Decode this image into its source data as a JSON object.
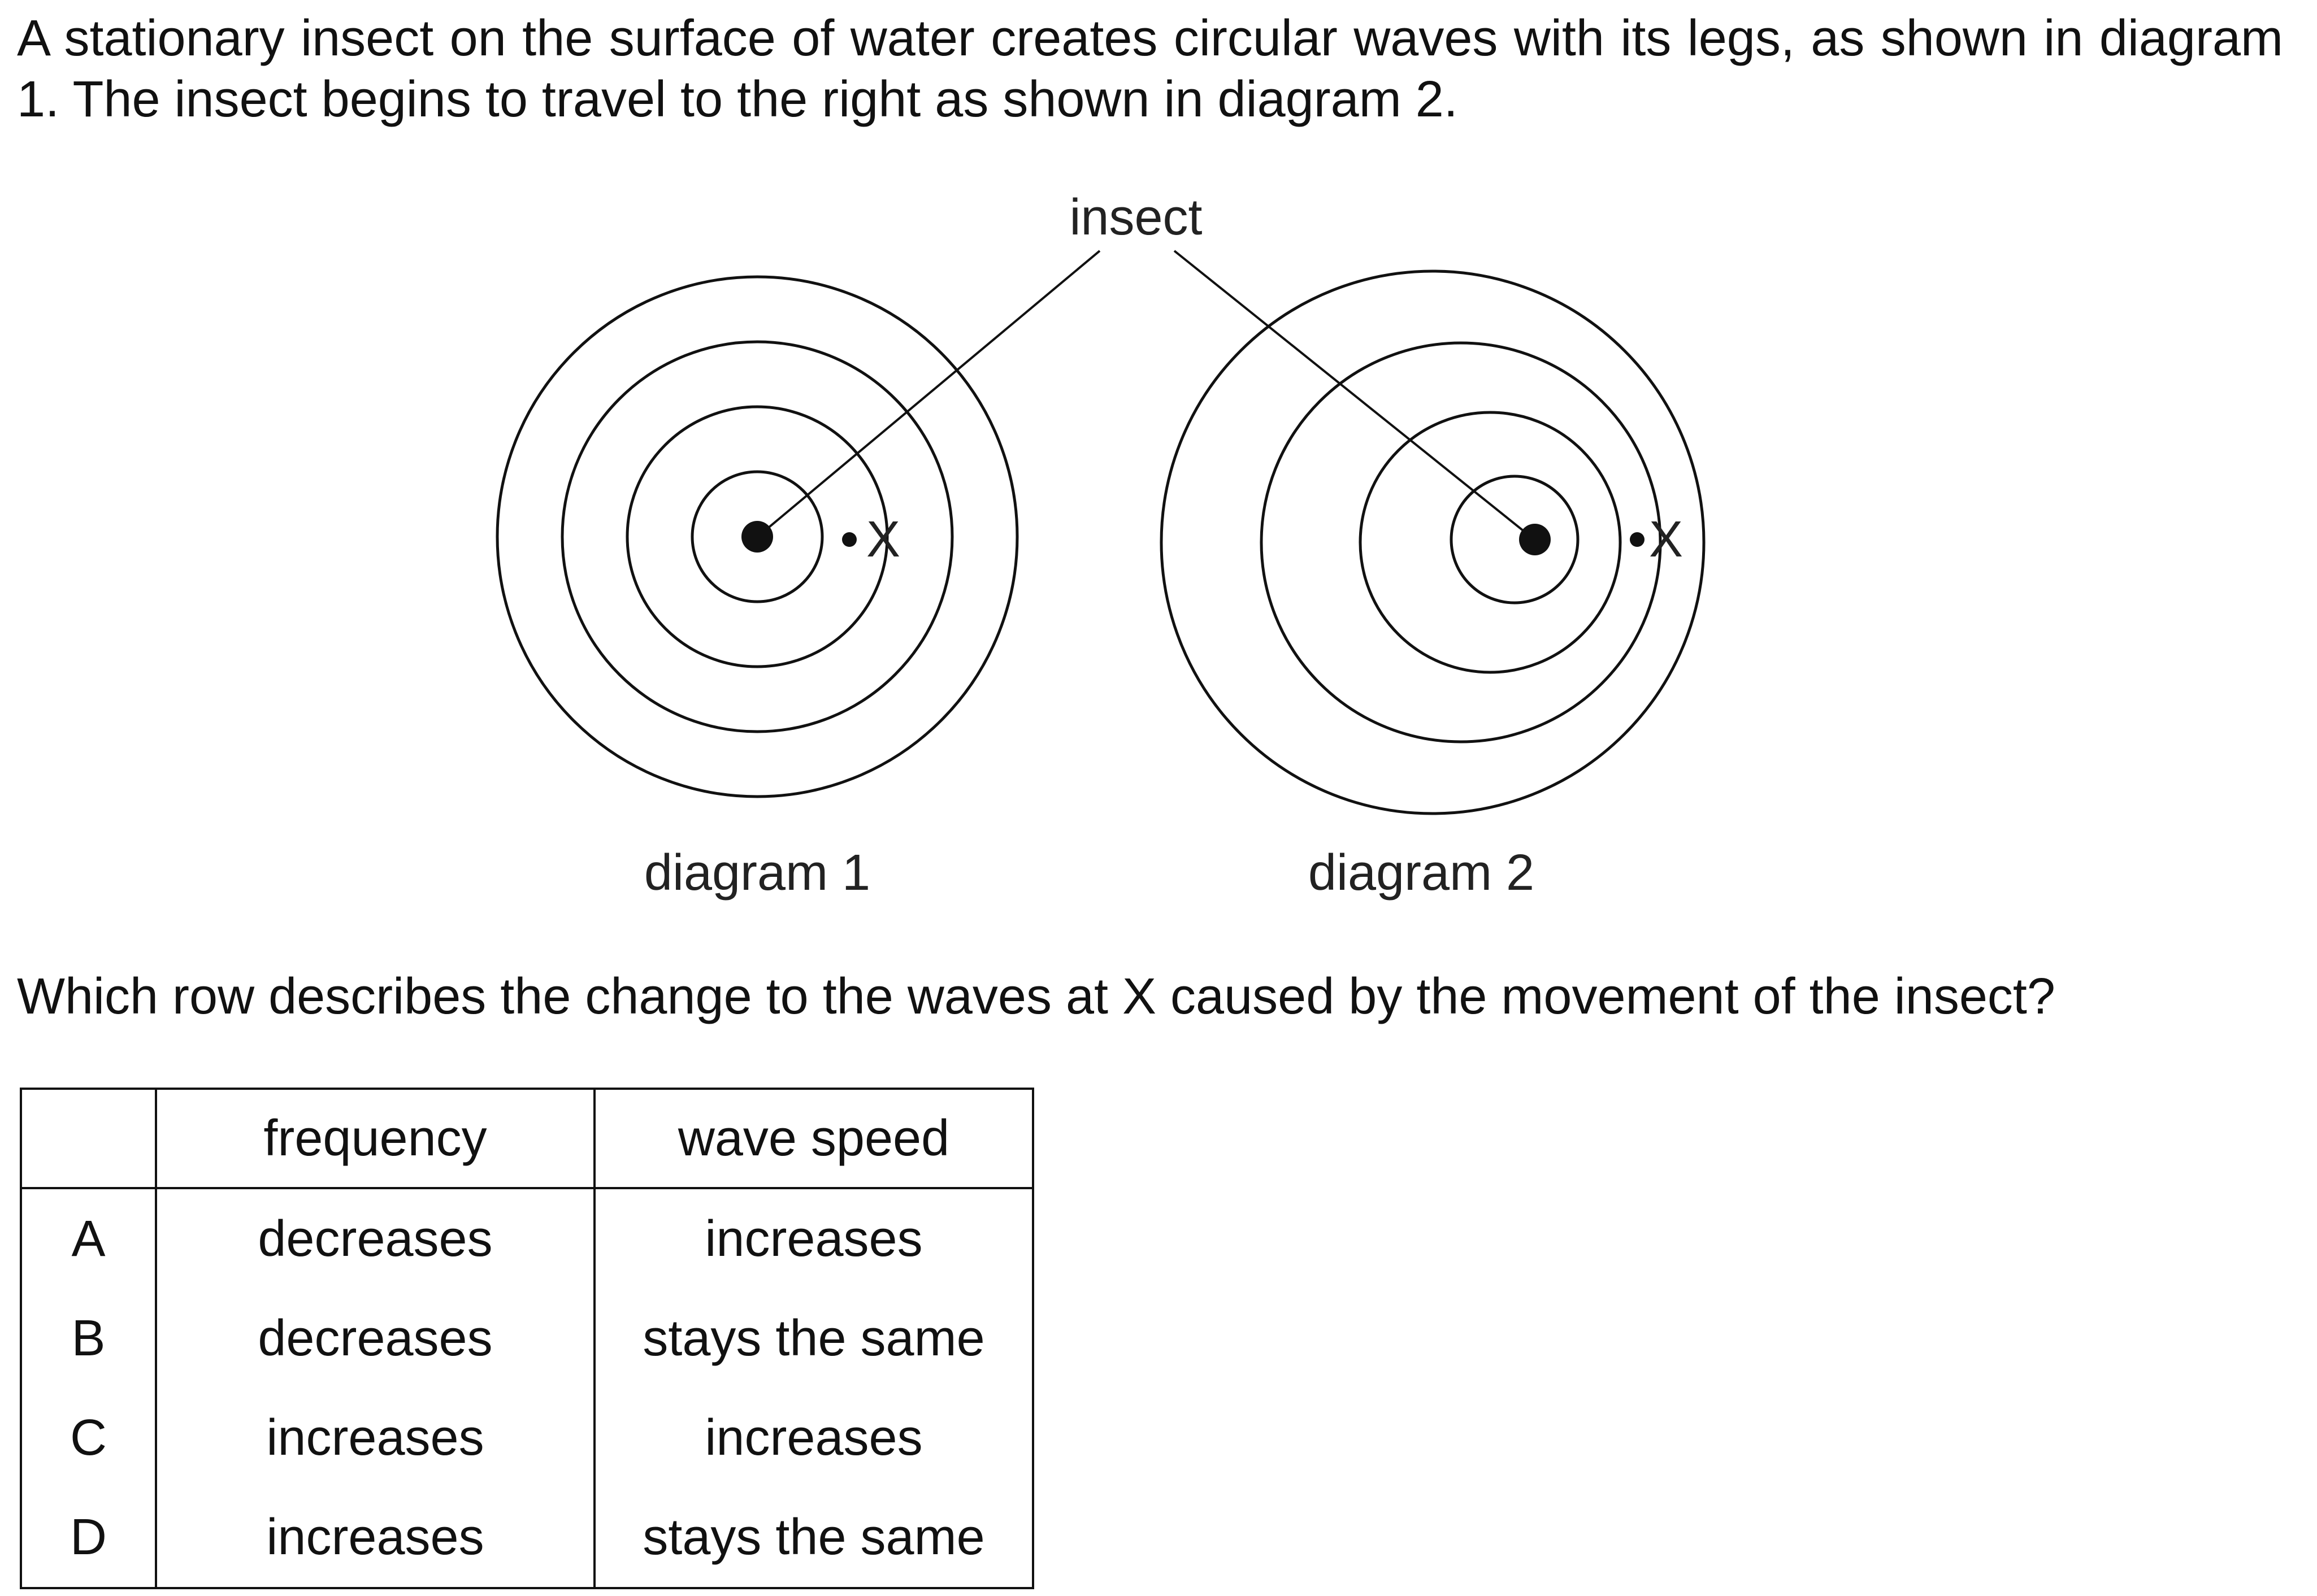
{
  "question": {
    "intro": "A stationary insect on the surface of water creates circular waves with its legs, as shown in diagram 1. The insect begins to travel to the right as shown in diagram 2.",
    "prompt": "Which row describes the change to the waves at X caused by the movement of the insect?"
  },
  "figure": {
    "insect_label": "insect",
    "point_label_1": "X",
    "point_label_2": "X",
    "diagram1_caption": "diagram 1",
    "diagram2_caption": "diagram 2"
  },
  "table": {
    "header_blank": "",
    "header_frequency": "frequency",
    "header_wave_speed": "wave speed",
    "rows": [
      {
        "letter": "A",
        "frequency": "decreases",
        "wave_speed": "increases"
      },
      {
        "letter": "B",
        "frequency": "decreases",
        "wave_speed": "stays the same"
      },
      {
        "letter": "C",
        "frequency": "increases",
        "wave_speed": "increases"
      },
      {
        "letter": "D",
        "frequency": "increases",
        "wave_speed": "stays the same"
      }
    ]
  }
}
